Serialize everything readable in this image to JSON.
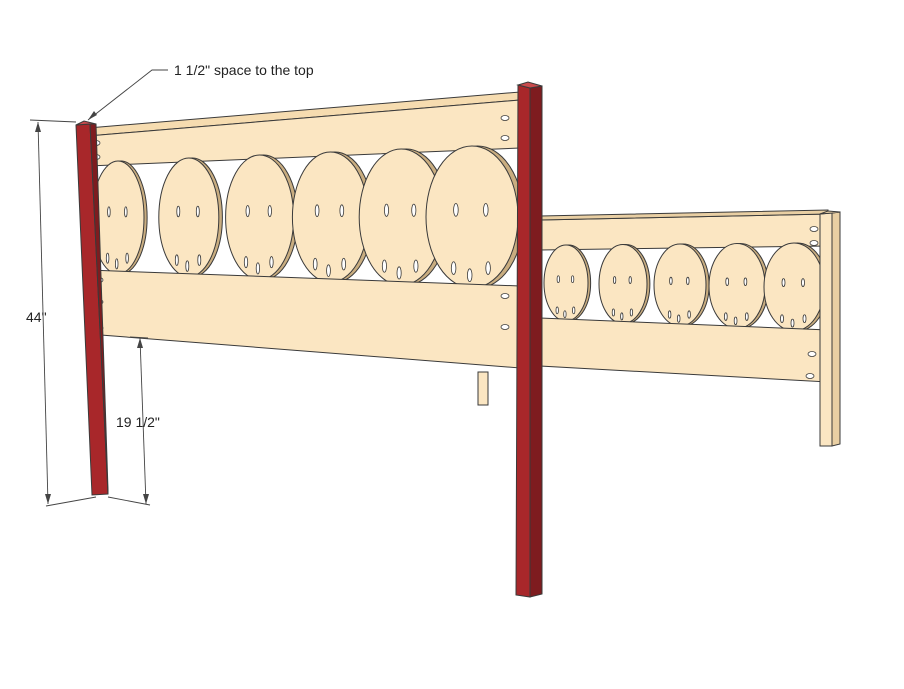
{
  "annotations": {
    "top_space": "1 1/2\" space to the top",
    "total_height": "44\"",
    "rail_height": "19 1/2\""
  },
  "colors": {
    "post_front": "#a8272a",
    "post_side": "#7e1c1f",
    "post_top": "#c94a4c",
    "wood": "#fbe6c2",
    "wood_shade": "#e9cfa3",
    "wood_dark": "#c9ad80",
    "ink": "#3a3a3a",
    "background": "#ffffff"
  },
  "headboard": {
    "circle_count": 6
  },
  "side_rail": {
    "circle_count": 5
  }
}
